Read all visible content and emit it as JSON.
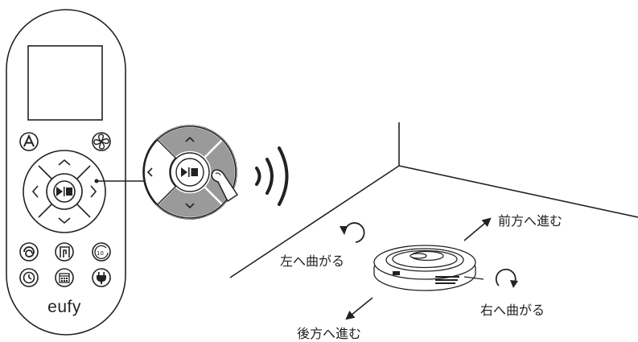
{
  "remote": {
    "brand": "eufy",
    "buttons": {
      "auto": "auto-clean-icon",
      "suction": "fan-icon",
      "spot": "spot-clean-icon",
      "edge": "edge-clean-icon",
      "ten_minute": "10-minute-icon",
      "schedule_time": "clock-icon",
      "schedule": "calendar-icon",
      "charge": "plug-icon"
    }
  },
  "dpad": {
    "up": "chevron-up-icon",
    "down": "chevron-down-icon",
    "left": "chevron-left-icon",
    "right": "chevron-right-icon",
    "center": "play-pause-icon",
    "highlighted": "right"
  },
  "labels": {
    "forward": "前方へ進む",
    "backward": "後方へ進む",
    "turn_left": "左へ曲がる",
    "turn_right": "右へ曲がる"
  },
  "colors": {
    "stroke": "#222222",
    "dpad_gray": "#9a9a9a",
    "background": "#ffffff"
  }
}
